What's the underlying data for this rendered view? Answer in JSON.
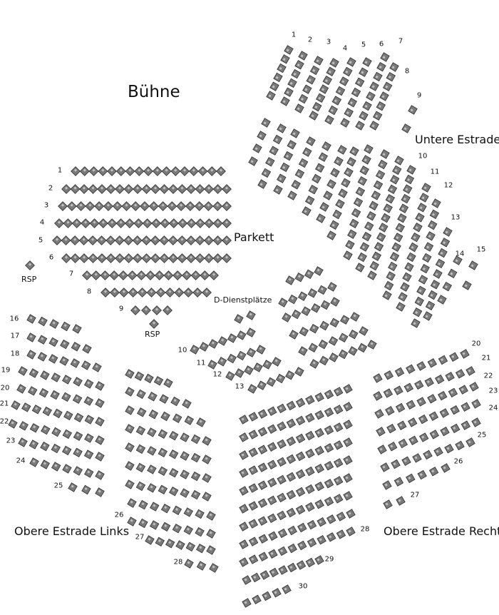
{
  "labels": {
    "stage": "Bühne",
    "parkett": "Parkett",
    "untere": "Untere Estrade",
    "links": "Obere Estrade Links",
    "rechts": "Obere Estrade Rechts",
    "dienst": "D-Dienstplätze",
    "rsp_left": "RSP",
    "rsp_mid": "RSP"
  },
  "row_numbers": {
    "parkett": [
      "1",
      "2",
      "3",
      "4",
      "5",
      "6",
      "7",
      "8",
      "9"
    ],
    "mid": [
      "10",
      "11",
      "12",
      "13"
    ],
    "untere": [
      "1",
      "2",
      "3",
      "4",
      "5",
      "6",
      "7",
      "8",
      "9",
      "10",
      "11",
      "12",
      "13",
      "14",
      "15"
    ],
    "links": [
      "16",
      "17",
      "18",
      "19",
      "20",
      "21",
      "22",
      "23",
      "24",
      "25",
      "26",
      "27",
      "28"
    ],
    "rechts": [
      "20",
      "21",
      "22",
      "23",
      "24",
      "25",
      "26",
      "27"
    ],
    "center": [
      "28",
      "29",
      "30"
    ]
  }
}
